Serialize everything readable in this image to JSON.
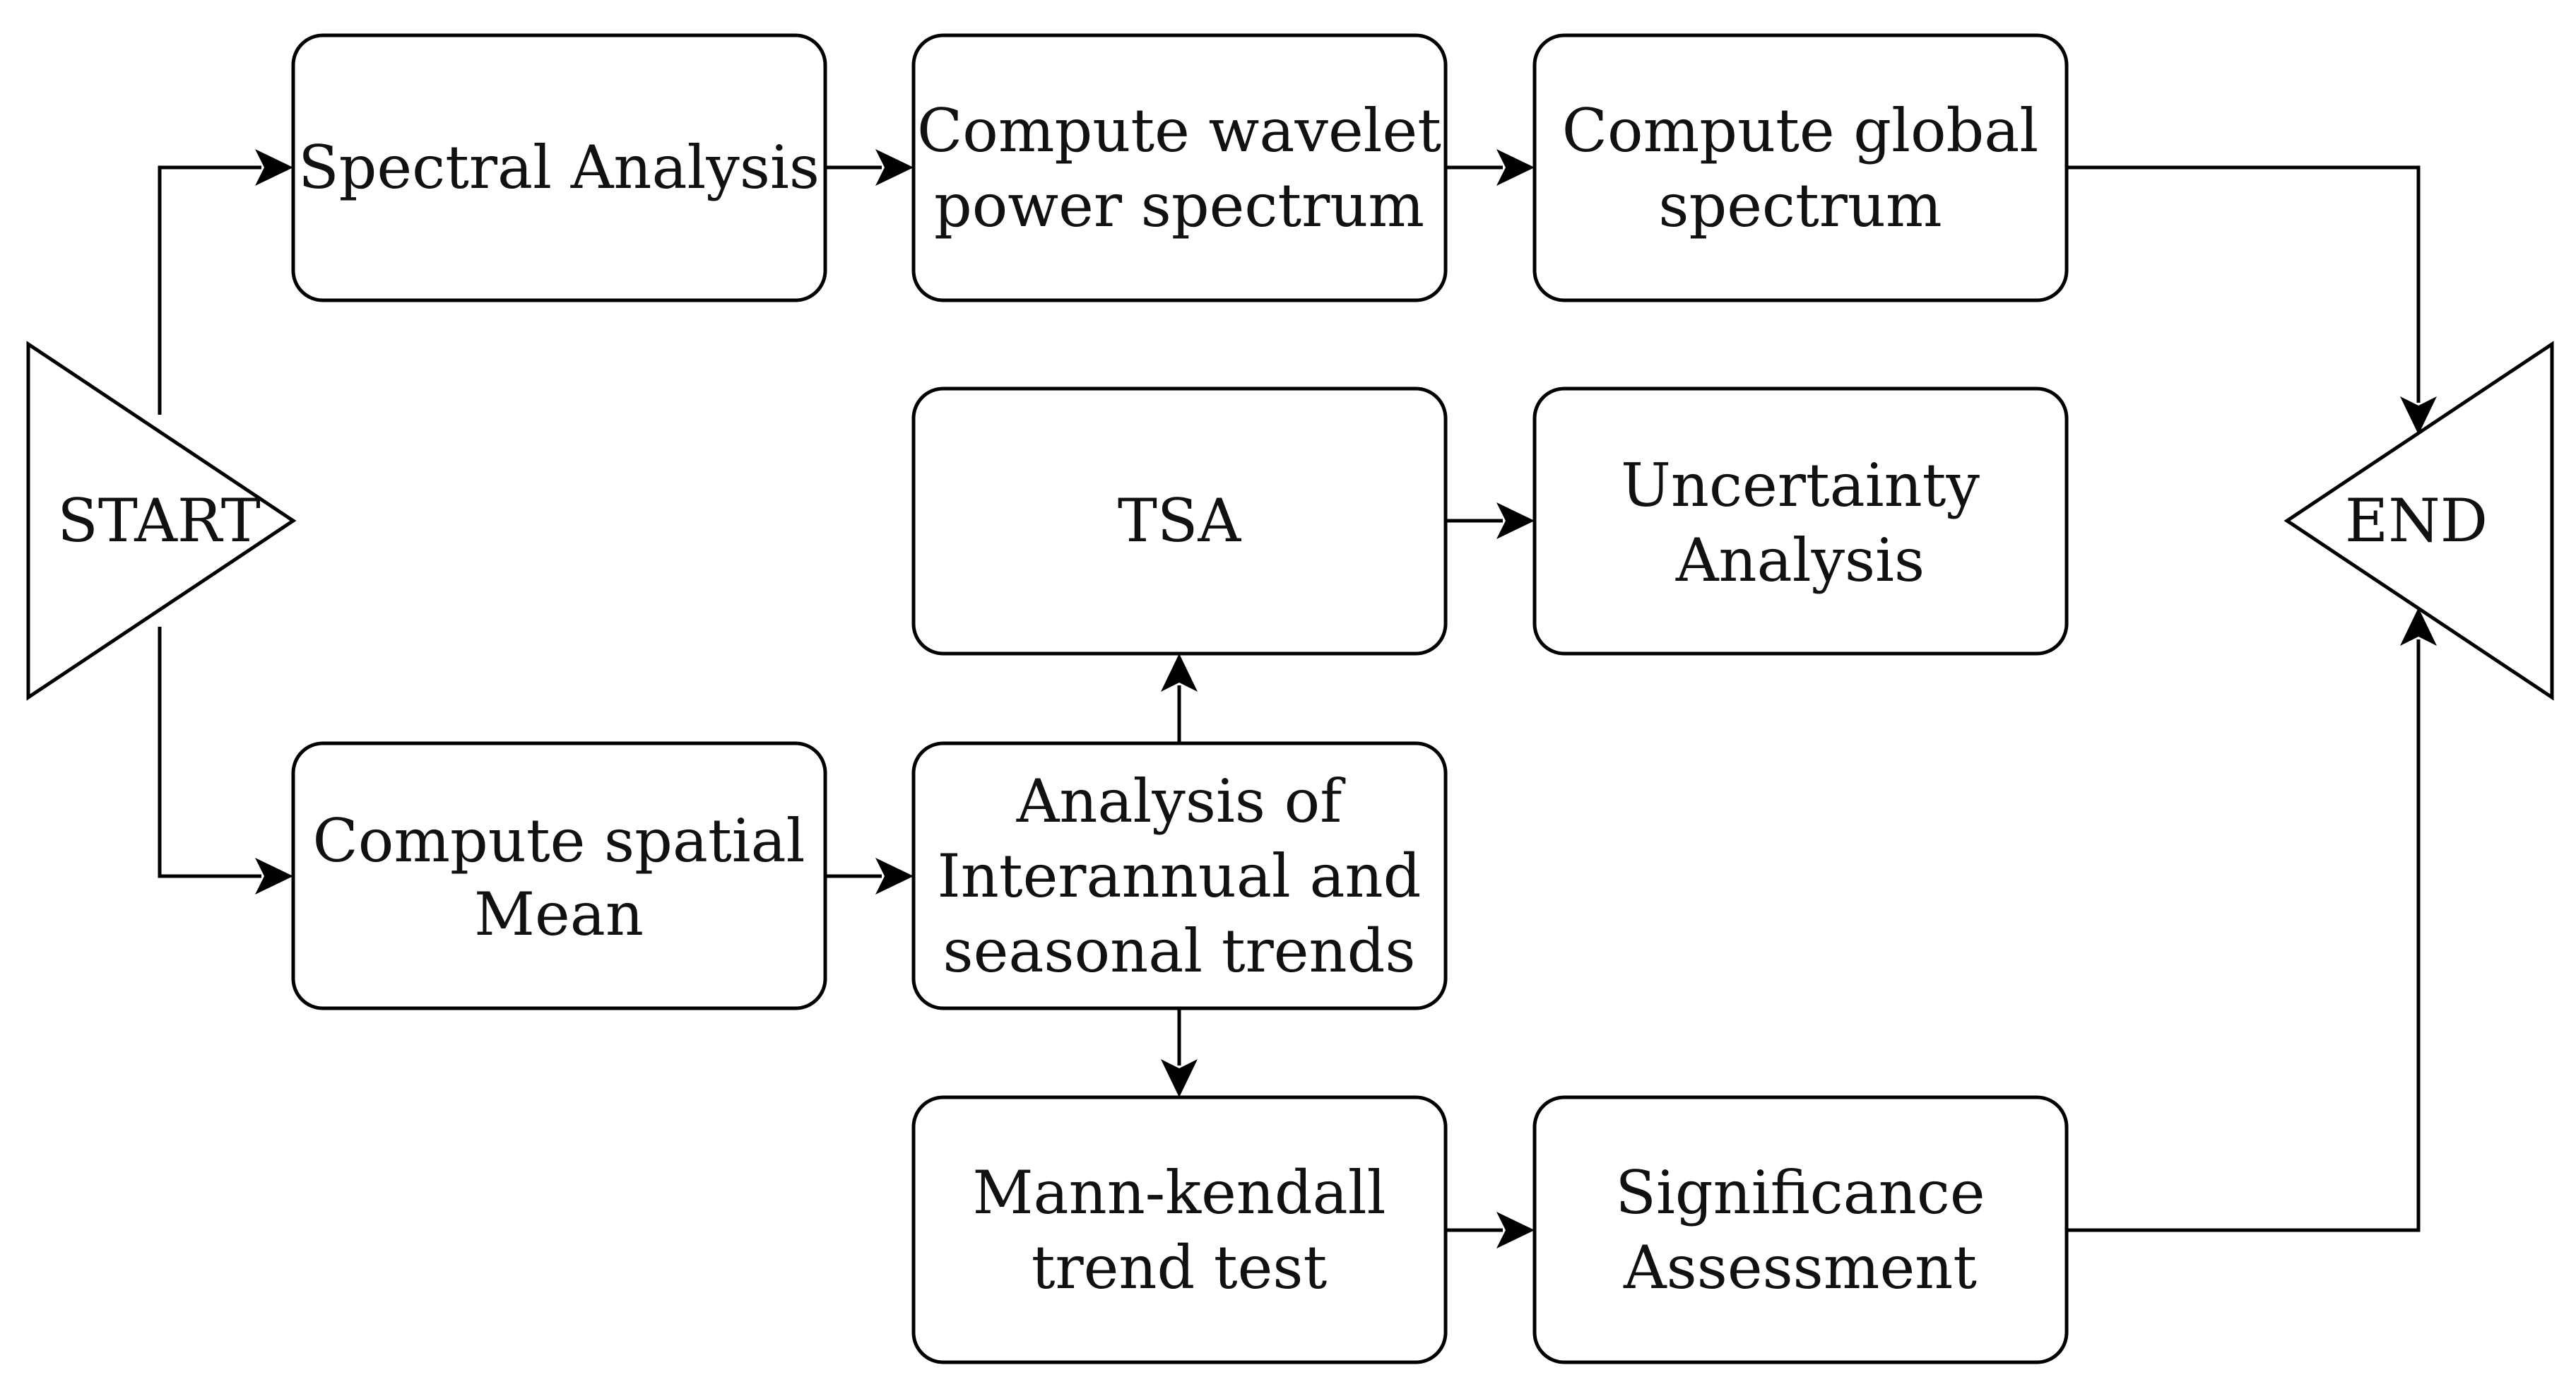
{
  "nodes": {
    "start": "START",
    "end": "END",
    "spectral_analysis": [
      "Spectral Analysis"
    ],
    "wavelet_power": [
      "Compute wavelet",
      "power spectrum"
    ],
    "global_spectrum": [
      "Compute global",
      "spectrum"
    ],
    "tsa": [
      "TSA"
    ],
    "uncertainty": [
      "Uncertainty",
      "Analysis"
    ],
    "spatial_mean": [
      "Compute spatial",
      "Mean"
    ],
    "interannual": [
      "Analysis of",
      "Interannual and",
      "seasonal trends"
    ],
    "mann_kendall": [
      "Mann-kendall",
      "trend test"
    ],
    "significance": [
      "Significance",
      "Assessment"
    ]
  },
  "edges": [
    {
      "from": "start",
      "to": "spectral_analysis"
    },
    {
      "from": "start",
      "to": "spatial_mean"
    },
    {
      "from": "spectral_analysis",
      "to": "wavelet_power"
    },
    {
      "from": "wavelet_power",
      "to": "global_spectrum"
    },
    {
      "from": "global_spectrum",
      "to": "end"
    },
    {
      "from": "spatial_mean",
      "to": "interannual"
    },
    {
      "from": "interannual",
      "to": "tsa"
    },
    {
      "from": "tsa",
      "to": "uncertainty"
    },
    {
      "from": "interannual",
      "to": "mann_kendall"
    },
    {
      "from": "mann_kendall",
      "to": "significance"
    },
    {
      "from": "significance",
      "to": "end"
    }
  ]
}
